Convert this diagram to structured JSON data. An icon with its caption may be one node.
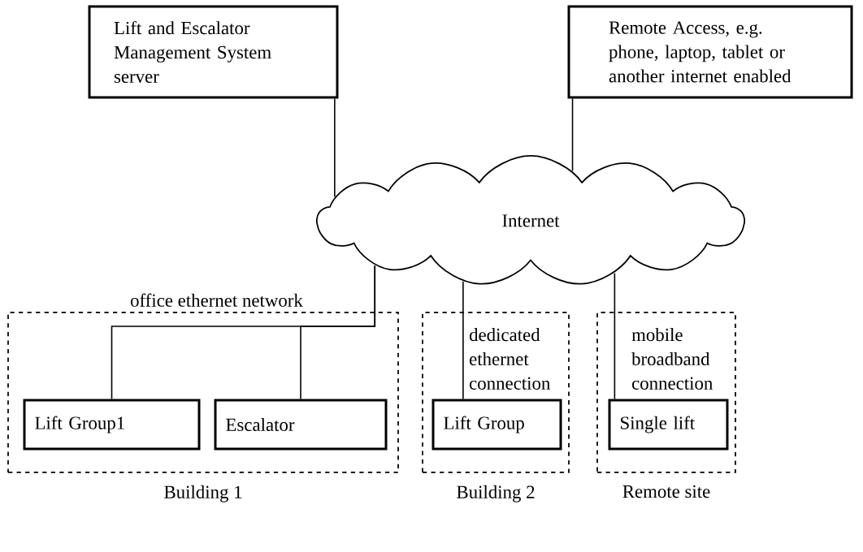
{
  "diagram": {
    "nodes": [
      {
        "text": [
          "Lift and Escalator Management System server"
        ]
      },
      {
        "text": [
          "Remote Access, e.g. phone, laptop, tablet or another internet enabled"
        ]
      },
      {
        "text": [
          "Internet"
        ]
      },
      {
        "text": [
          "Building 1"
        ]
      },
      {
        "text": [
          "Lift Group1"
        ],
        "in": 3
      },
      {
        "text": [
          "Escalator"
        ],
        "in": 3
      },
      {
        "text": [
          "Building 2"
        ]
      },
      {
        "text": [
          "Lift Group"
        ],
        "in": 6
      },
      {
        "text": [
          "Remote site"
        ]
      },
      {
        "text": [
          "Single lift"
        ],
        "in": 8
      }
    ],
    "edges": [
      {
        "from": 0,
        "to": 2,
        "arrow": "none"
      },
      {
        "from": 1,
        "to": 2,
        "arrow": "none"
      },
      {
        "from": 2,
        "to": 4,
        "arrow": "none",
        "label": "office ethernet network"
      },
      {
        "from": 2,
        "to": 5,
        "arrow": "none"
      },
      {
        "from": 2,
        "to": 7,
        "arrow": "none",
        "label": "dedicated ethernet connection"
      },
      {
        "from": 2,
        "to": 9,
        "arrow": "none",
        "label": "mobile broadband connection"
      }
    ]
  }
}
